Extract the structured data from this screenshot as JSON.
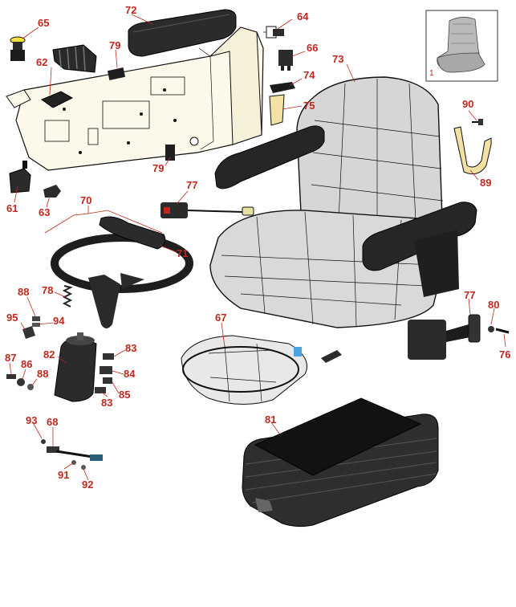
{
  "inset": {
    "label": "1"
  },
  "callouts": [
    {
      "id": "c65",
      "text": "65"
    },
    {
      "id": "c72",
      "text": "72"
    },
    {
      "id": "c64",
      "text": "64"
    },
    {
      "id": "c79a",
      "text": "79"
    },
    {
      "id": "c62",
      "text": "62"
    },
    {
      "id": "c66",
      "text": "66"
    },
    {
      "id": "c73",
      "text": "73"
    },
    {
      "id": "c74",
      "text": "74"
    },
    {
      "id": "c75",
      "text": "75"
    },
    {
      "id": "c90",
      "text": "90"
    },
    {
      "id": "c89",
      "text": "89"
    },
    {
      "id": "c79b",
      "text": "79"
    },
    {
      "id": "c61",
      "text": "61"
    },
    {
      "id": "c63",
      "text": "63"
    },
    {
      "id": "c77a",
      "text": "77"
    },
    {
      "id": "c70",
      "text": "70"
    },
    {
      "id": "c71",
      "text": "71"
    },
    {
      "id": "c88a",
      "text": "88"
    },
    {
      "id": "c78",
      "text": "78"
    },
    {
      "id": "c95",
      "text": "95"
    },
    {
      "id": "c94",
      "text": "94"
    },
    {
      "id": "c87",
      "text": "87"
    },
    {
      "id": "c86",
      "text": "86"
    },
    {
      "id": "c88b",
      "text": "88"
    },
    {
      "id": "c82",
      "text": "82"
    },
    {
      "id": "c83a",
      "text": "83"
    },
    {
      "id": "c84",
      "text": "84"
    },
    {
      "id": "c85",
      "text": "85"
    },
    {
      "id": "c83b",
      "text": "83"
    },
    {
      "id": "c67",
      "text": "67"
    },
    {
      "id": "c77b",
      "text": "77"
    },
    {
      "id": "c80",
      "text": "80"
    },
    {
      "id": "c76",
      "text": "76"
    },
    {
      "id": "c93",
      "text": "93"
    },
    {
      "id": "c68",
      "text": "68"
    },
    {
      "id": "c91",
      "text": "91"
    },
    {
      "id": "c92",
      "text": "92"
    },
    {
      "id": "c81",
      "text": "81"
    }
  ],
  "colors": {
    "callout": "#c0281e",
    "panel": "#fdf9ea",
    "seat_gray": "#d6d6d6",
    "rubber": "#2b2b2b",
    "bracket_tan": "#f3e1a4"
  }
}
